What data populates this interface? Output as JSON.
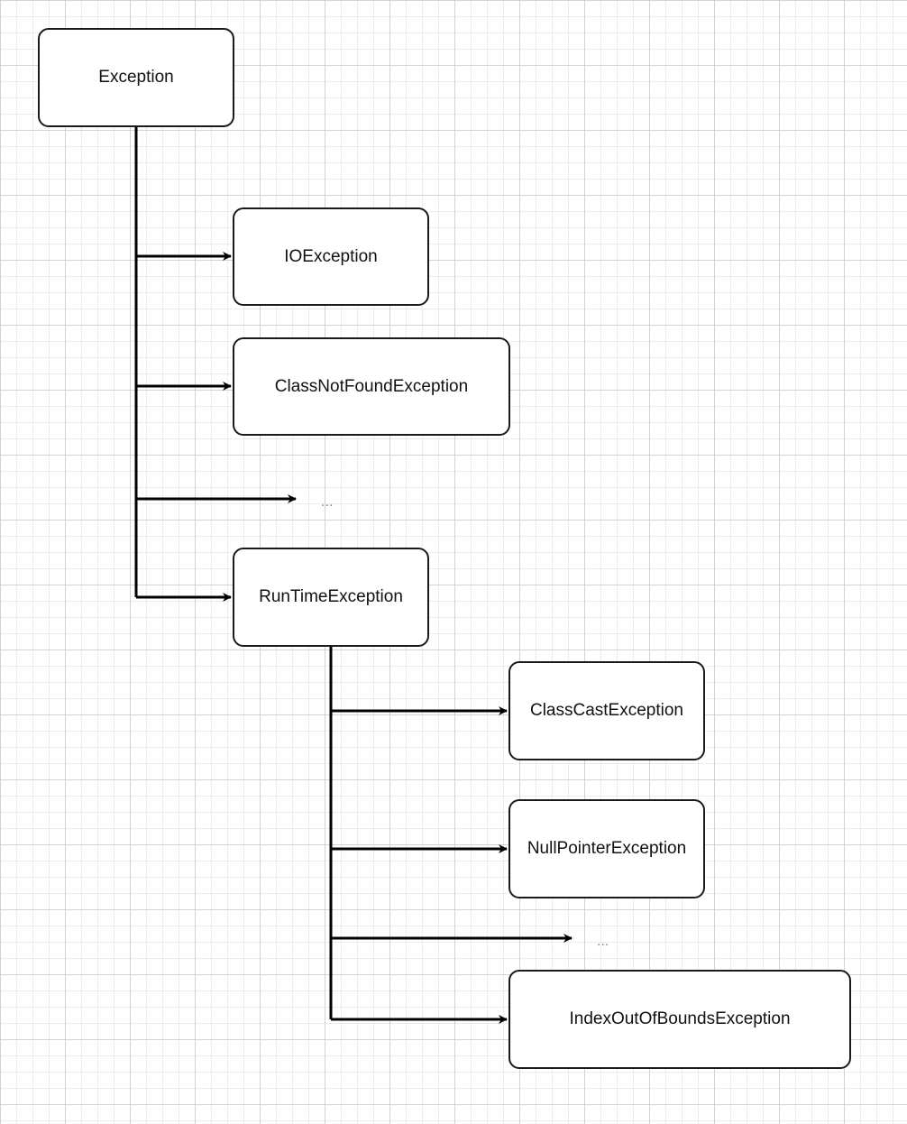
{
  "diagram": {
    "type": "tree",
    "colors": {
      "line": "#000000",
      "node_border": "#1a1a1a",
      "node_fill": "#ffffff",
      "ellipsis": "#8a8a6a"
    },
    "nodes": {
      "root": "Exception",
      "io": "IOException",
      "class_not_found": "ClassNotFoundException",
      "ellipsis_1": "...",
      "runtime": "RunTimeException",
      "class_cast": "ClassCastException",
      "null_pointer": "NullPointerException",
      "ellipsis_2": "...",
      "index_out_of_bounds": "IndexOutOfBoundsException"
    },
    "edges": [
      {
        "from": "Exception",
        "to": "IOException"
      },
      {
        "from": "Exception",
        "to": "ClassNotFoundException"
      },
      {
        "from": "Exception",
        "to": "..."
      },
      {
        "from": "Exception",
        "to": "RunTimeException"
      },
      {
        "from": "RunTimeException",
        "to": "ClassCastException"
      },
      {
        "from": "RunTimeException",
        "to": "NullPointerException"
      },
      {
        "from": "RunTimeException",
        "to": "..."
      },
      {
        "from": "RunTimeException",
        "to": "IndexOutOfBoundsException"
      }
    ]
  }
}
